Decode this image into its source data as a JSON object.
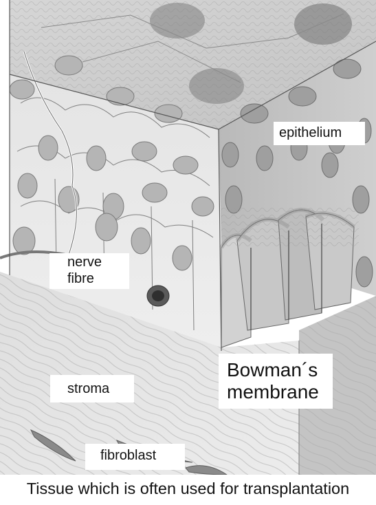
{
  "figure": {
    "labels": {
      "epithelium": "epithelium",
      "nerve_fibre_line1": "nerve",
      "nerve_fibre_line2": "fibre",
      "stroma": "stroma",
      "bowman_line1": "Bowman´s",
      "bowman_line2": "membrane",
      "fibroblast": "fibroblast"
    },
    "caption": "Tissue which is often used for transplantation"
  },
  "colors": {
    "background": "#ffffff",
    "tissue_light": "#e9e9e9",
    "tissue_mid": "#cfcfcf",
    "tissue_dark": "#8a8a8a",
    "nucleus": "#9a9a9a",
    "outline": "#555555"
  }
}
